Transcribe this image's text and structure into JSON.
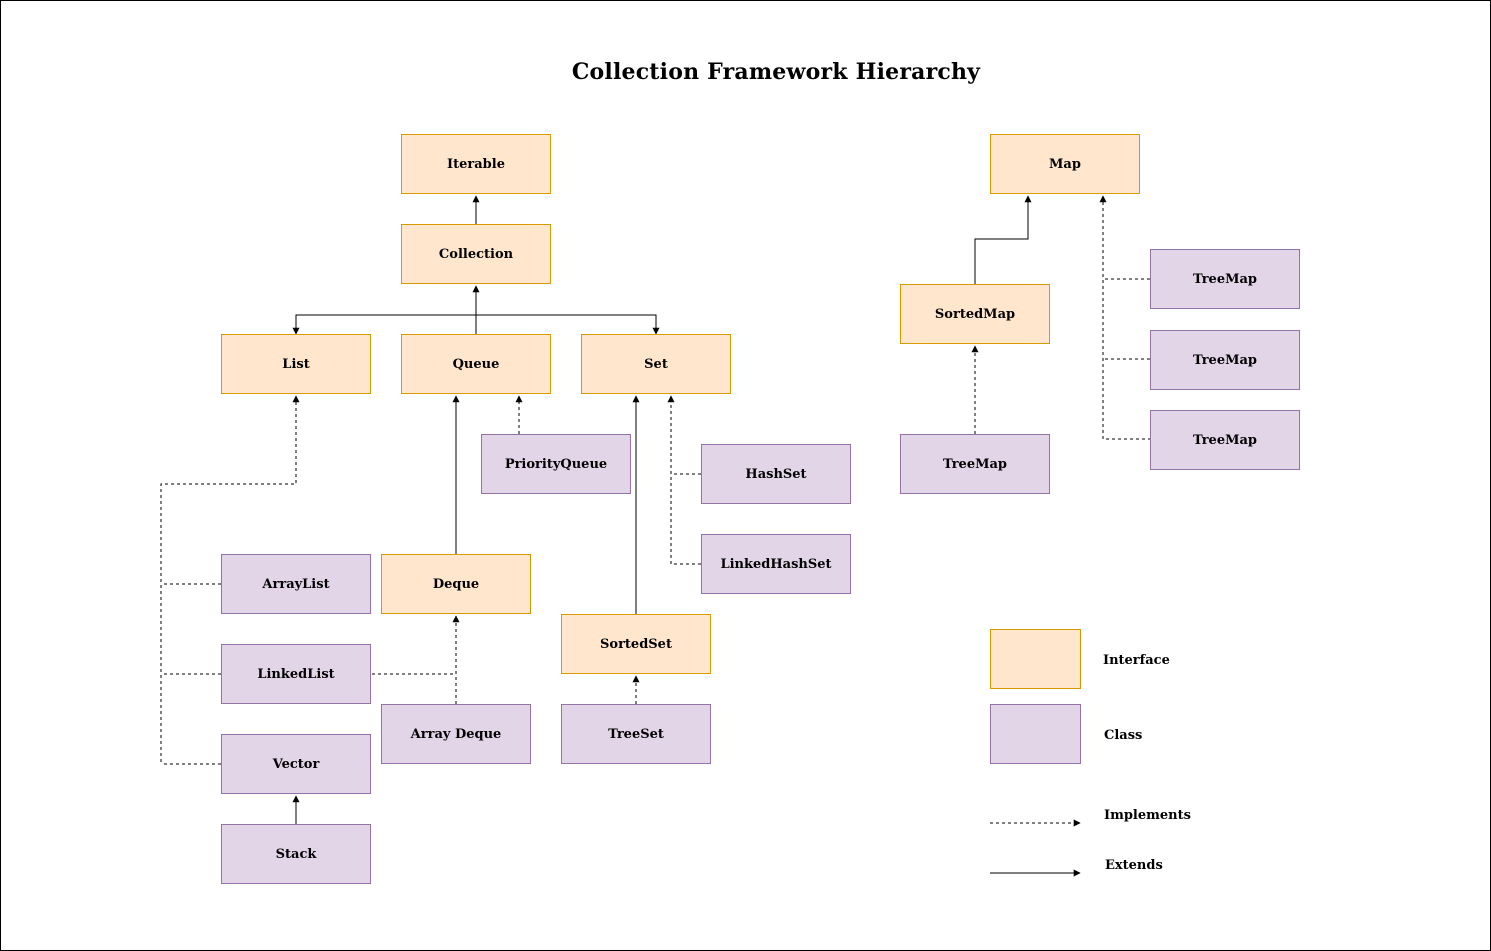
{
  "title": "Collection Framework Hierarchy",
  "colors": {
    "interface_fill": "#ffe6cc",
    "interface_stroke": "#d79b00",
    "class_fill": "#e1d5e7",
    "class_stroke": "#9673a6"
  },
  "nodes": {
    "iterable": "Iterable",
    "collection": "Collection",
    "list": "List",
    "queue": "Queue",
    "set": "Set",
    "priority_queue": "PriorityQueue",
    "hash_set": "HashSet",
    "linked_hash_set": "LinkedHashSet",
    "array_list": "ArrayList",
    "deque": "Deque",
    "sorted_set": "SortedSet",
    "linked_list": "LinkedList",
    "array_deque": "Array Deque",
    "tree_set": "TreeSet",
    "vector": "Vector",
    "stack": "Stack",
    "map": "Map",
    "sorted_map": "SortedMap",
    "tree_map_sorted": "TreeMap",
    "tree_map_1": "TreeMap",
    "tree_map_2": "TreeMap",
    "tree_map_3": "TreeMap"
  },
  "legend": {
    "interface": "Interface",
    "class": "Class",
    "implements": "Implements",
    "extends": "Extends"
  }
}
